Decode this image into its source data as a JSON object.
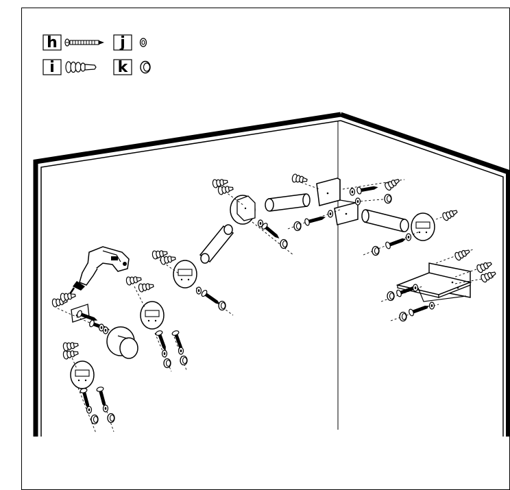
{
  "legend": {
    "items": [
      {
        "letter": "h",
        "part": "screw-icon"
      },
      {
        "letter": "j",
        "part": "washer-small-icon"
      },
      {
        "letter": "i",
        "part": "wall-anchor-icon"
      },
      {
        "letter": "k",
        "part": "washer-large-icon"
      }
    ]
  },
  "colors": {
    "line": "#000000",
    "background": "#ffffff",
    "fill": "#ffffff"
  }
}
